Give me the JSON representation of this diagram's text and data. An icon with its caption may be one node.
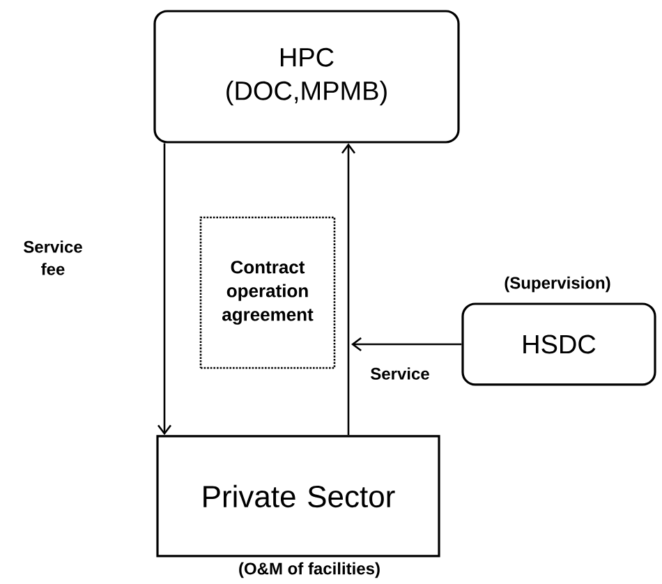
{
  "diagram": {
    "nodes": [
      {
        "text": [
          "HPC",
          "(DOC,MPMB)"
        ]
      },
      {
        "text": [
          "HSDC"
        ],
        "beside": [
          "(Supervision)"
        ]
      },
      {
        "text": [
          "Private Sector"
        ],
        "beside": [
          "(O&M of facilities)"
        ]
      },
      {
        "text": [
          "Contract operation agreement"
        ]
      }
    ],
    "edges": [
      {
        "from": 0,
        "to": 2,
        "arrow": "to",
        "label": "Service fee"
      },
      {
        "from": 2,
        "to": 0,
        "arrow": "to",
        "label": "Service"
      },
      {
        "from": 1,
        "to": null,
        "arrow": "to"
      }
    ]
  }
}
